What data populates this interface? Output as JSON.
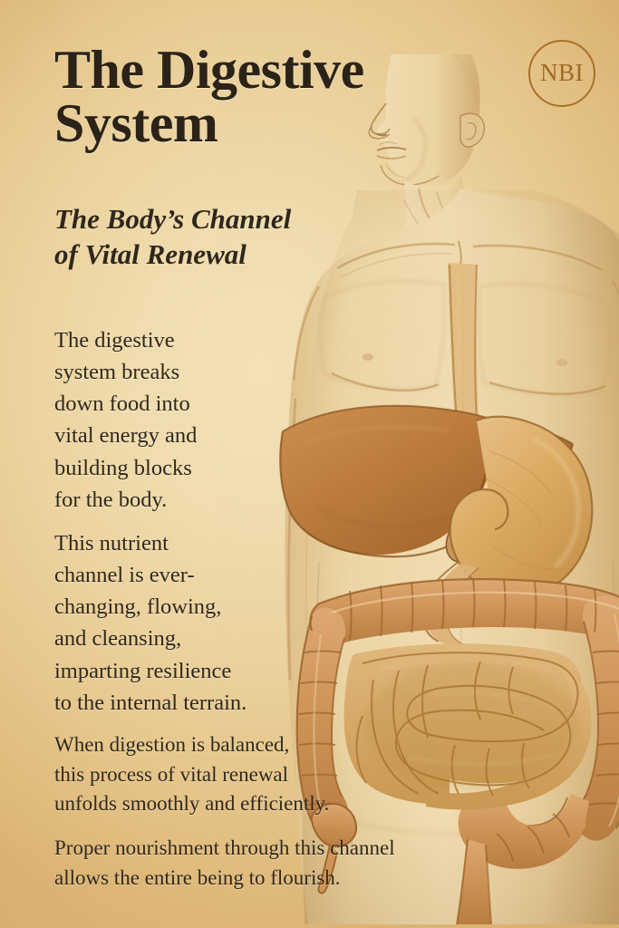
{
  "poster": {
    "title_lines": [
      "The Digestive",
      "System"
    ],
    "subtitle_lines": [
      "The Body’s Channel",
      "of Vital Renewal"
    ],
    "badge": {
      "text": "NBI",
      "icon": "circle-monogram-icon"
    },
    "paragraphs": [
      {
        "id": "para-1",
        "lines": [
          "The digestive",
          "system breaks",
          "down food into",
          "vital energy and",
          "building blocks",
          "for the body."
        ]
      },
      {
        "id": "para-2",
        "lines": [
          "This nutrient",
          "channel is ever-",
          "changing, flowing,",
          "and cleansing,",
          "imparting resilience",
          "to the internal terrain."
        ]
      },
      {
        "id": "para-3",
        "lines": [
          "When digestion is balanced,",
          "this process of vital renewal",
          "unfolds smoothly and efficiently."
        ]
      },
      {
        "id": "para-4",
        "lines": [
          "Proper nourishment through this channel",
          "allows the entire being to flourish."
        ]
      }
    ],
    "illustration": {
      "name": "human-digestive-system-illustration",
      "style": "colored-pencil-anatomical-sketch",
      "figure": "male-torso-profile-head",
      "organs": [
        "esophagus",
        "liver",
        "gallbladder",
        "stomach",
        "small-intestine",
        "ascending-colon",
        "transverse-colon",
        "descending-colon",
        "sigmoid-colon",
        "rectum",
        "appendix"
      ]
    },
    "colors": {
      "paper_light": "#f0dcae",
      "paper_edge": "#e3bc7f",
      "ink": "#2b2318",
      "badge_gold": "#a06a24",
      "skin": "#e7cb94",
      "skin_shade": "#c9a468",
      "liver": "#c08040",
      "liver_dark": "#a66a30",
      "stomach": "#d9a860",
      "colon": "#cf9457",
      "colon_line": "#9c6329",
      "small_intestine": "#d8ab68"
    }
  }
}
